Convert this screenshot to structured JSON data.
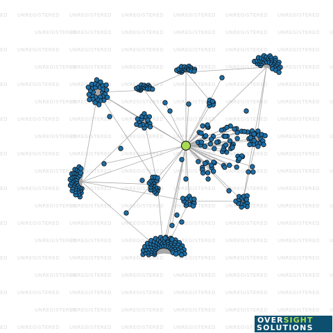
{
  "watermark": {
    "text": "UNREGISTERED"
  },
  "logo": {
    "line1_part1": "OVER",
    "line1_part2": "SIGHT",
    "line2": "SOLUTIONS"
  },
  "colors": {
    "node": "#1c6fa8",
    "hub": "#a8dc50",
    "edge": "#a8a8a8",
    "watermark": "#dcdcdc",
    "logo_bg": "#0c4f6e"
  },
  "graph": {
    "type": "network",
    "hub_count": 1,
    "cluster_count": 12
  }
}
